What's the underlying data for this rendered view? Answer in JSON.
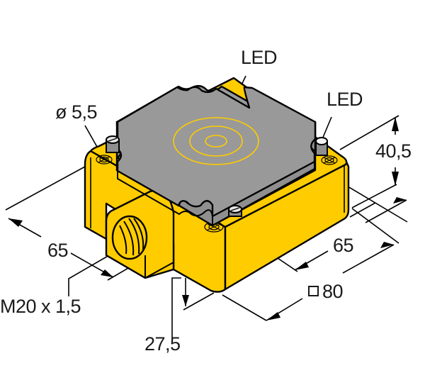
{
  "drawing": {
    "title": "Inductive sensor dimensional drawing",
    "colors": {
      "housing": "#ffcc00",
      "housing_side": "#f2c200",
      "lid": "#999999",
      "lid_side": "#8a8a8a",
      "coil_rings": "#ffcc00",
      "screw": "#e6e6e6",
      "outline": "#000000"
    }
  },
  "labels": {
    "led_top": "LED",
    "led_right": "LED",
    "hole_diameter": "ø 5,5",
    "height": "40,5",
    "width_left": "65",
    "width_right": "65",
    "square_size": "80",
    "thread": "M20 x 1,5",
    "gland_height": "27,5"
  }
}
